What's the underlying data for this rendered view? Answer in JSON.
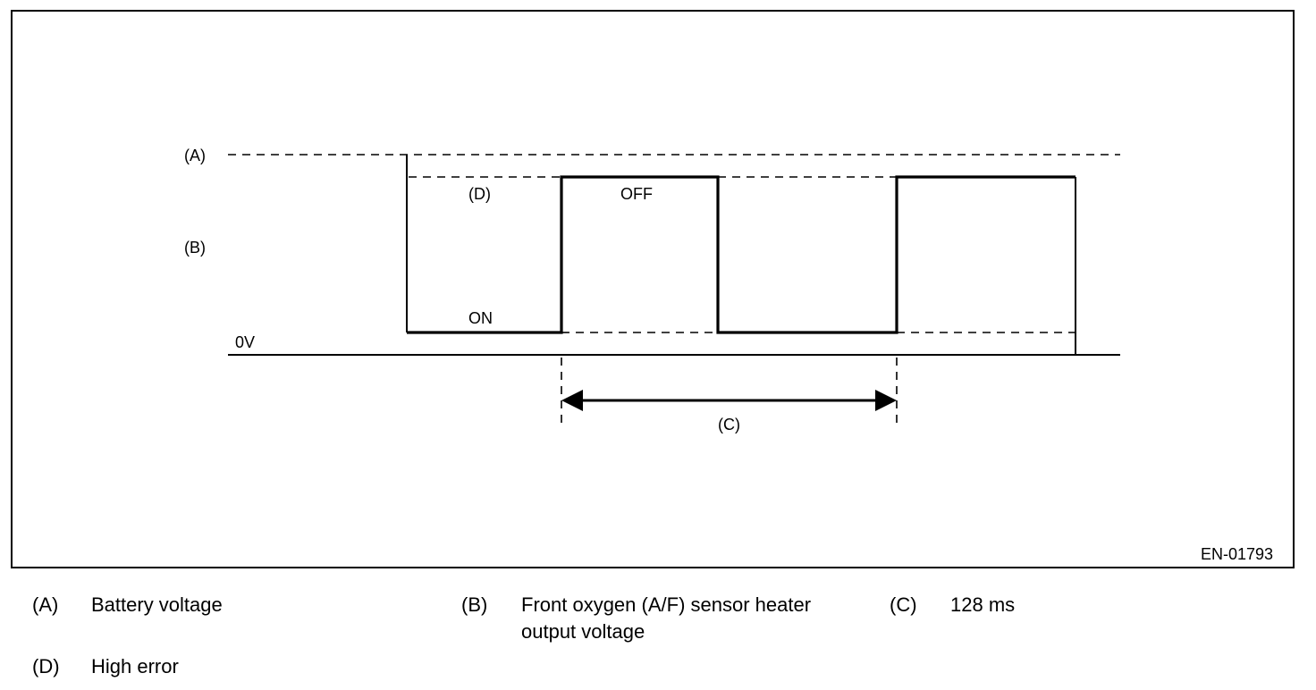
{
  "diagram": {
    "labels": {
      "a": "(A)",
      "b": "(B)",
      "c": "(C)",
      "d": "(D)",
      "off": "OFF",
      "on": "ON",
      "zero": "0V"
    },
    "figure_id": "EN-01793"
  },
  "legend": [
    {
      "key": "(A)",
      "text": "Battery voltage"
    },
    {
      "key": "(B)",
      "text": "Front oxygen (A/F) sensor heater",
      "text2": "output voltage"
    },
    {
      "key": "(C)",
      "text": "128 ms"
    },
    {
      "key": "(D)",
      "text": "High error"
    }
  ]
}
